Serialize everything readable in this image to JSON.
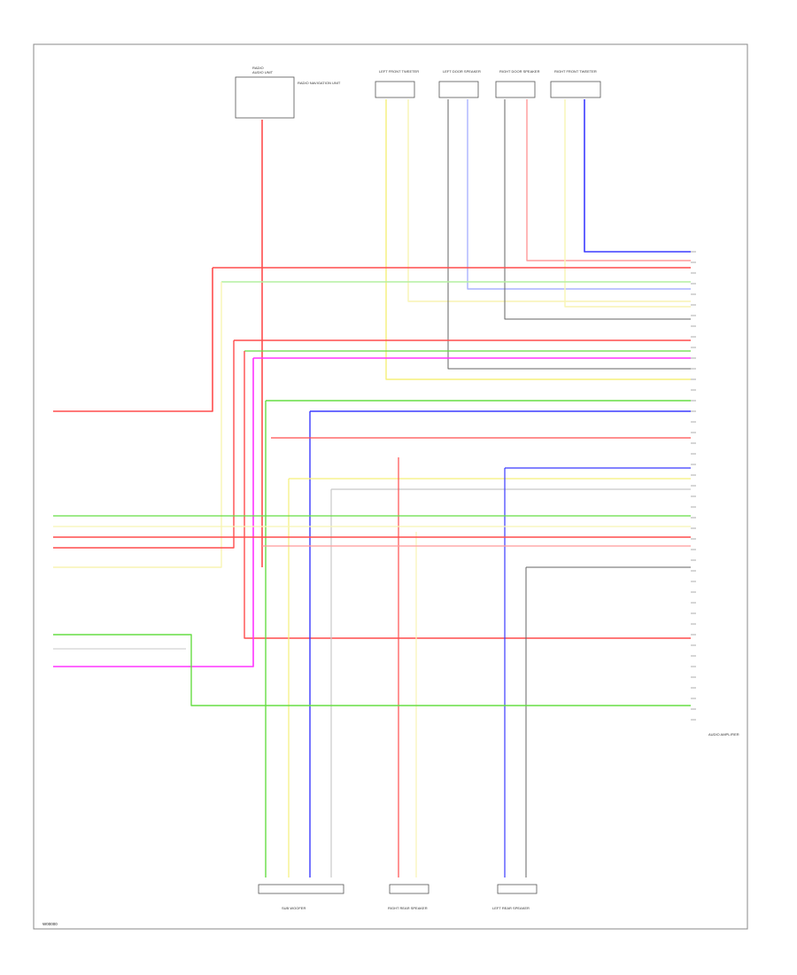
{
  "colors": {
    "red": "#ff4d4d",
    "pink": "#ff9a9a",
    "green": "#66dd44",
    "lightgreen": "#b4f0a0",
    "yellow": "#f5f07a",
    "lightyellow": "#f8f4b4",
    "blue": "#3b3bff",
    "lightblue": "#aab4ff",
    "magenta": "#ff33ff",
    "gray": "#666666",
    "lightgray": "#c8c8c8"
  },
  "components": {
    "radio_top": {
      "title": "RADIO",
      "sub": "AUDIO UNIT",
      "note": "RADIO NAVIGATION UNIT"
    },
    "left_front_tweeter": {
      "title": "LEFT FRONT TWEETER"
    },
    "left_door_spk": {
      "title": "LEFT DOOR SPEAKER"
    },
    "right_door_spk": {
      "title": "RIGHT DOOR SPEAKER"
    },
    "right_front_tweeter": {
      "title": "RIGHT FRONT TWEETER"
    },
    "sub_woofer": {
      "title": "SUB WOOFER"
    },
    "right_rear_spk": {
      "title": "RIGHT REAR SPEAKER"
    },
    "left_rear_spk": {
      "title": "LEFT REAR SPEAKER"
    },
    "amp": {
      "title": "AUDIO AMPLIFIER"
    }
  },
  "footer": {
    "code": "W00000"
  }
}
